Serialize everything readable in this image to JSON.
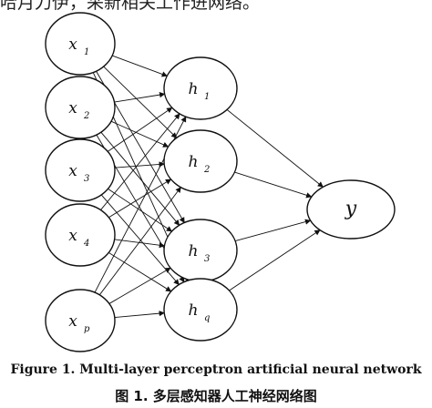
{
  "top_text": "哈月刀伊，采新相关工作进网络。",
  "inputs": [
    {
      "name": "x",
      "sub": "1"
    },
    {
      "name": "x",
      "sub": "2"
    },
    {
      "name": "x",
      "sub": "3"
    },
    {
      "name": "x",
      "sub": "4"
    },
    {
      "name": "x",
      "sub": "p"
    }
  ],
  "hidden": [
    {
      "name": "h",
      "sub": "1"
    },
    {
      "name": "h",
      "sub": "2"
    },
    {
      "name": "h",
      "sub": "3"
    },
    {
      "name": "h",
      "sub": "q"
    }
  ],
  "output": {
    "name": "y"
  },
  "caption_en": "Figure 1. Multi-layer perceptron artificial neural network",
  "caption_zh": "图 1. 多层感知器人工神经网络图"
}
